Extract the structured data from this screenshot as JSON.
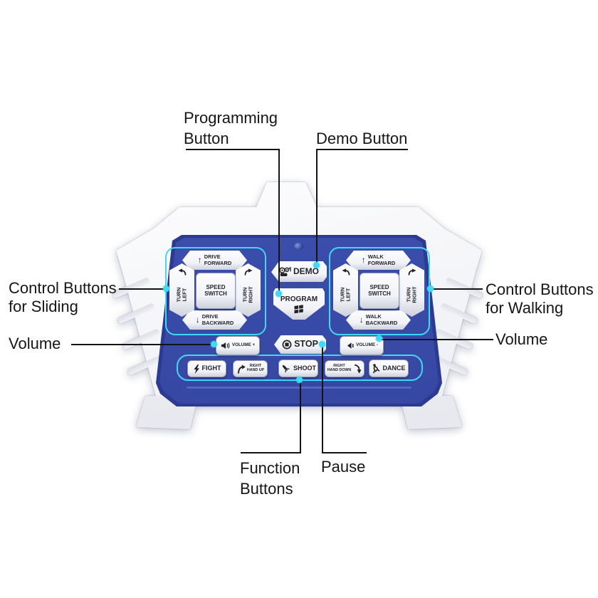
{
  "colors": {
    "plate_blue": "#3a4ca9",
    "plate_edge": "#2c3a92",
    "accent_cyan": "#3fd9f4",
    "annotation_ink": "#161616",
    "button_face": "#f2f4f8"
  },
  "callouts": {
    "programming": "Programming\nButton",
    "demo": "Demo Button",
    "sliding": "Control Buttons\nfor Sliding",
    "volume_left": "Volume",
    "walking": "Control Buttons\nfor Walking",
    "volume_right": "Volume",
    "function": "Function\nButtons",
    "pause": "Pause"
  },
  "pads": {
    "left": {
      "forward": {
        "arrow": "↑",
        "label": "DRIVE\nFORWARD"
      },
      "backward": {
        "arrow": "↓",
        "label": "DRIVE\nBACKWARD"
      },
      "turn_left": {
        "label": "TURN\nLEFT"
      },
      "turn_right": {
        "label": "TURN\nRIGHT"
      },
      "center": {
        "label": "SPEED\nSWITCH"
      }
    },
    "right": {
      "forward": {
        "arrow": "↑",
        "label": "WALK\nFORWARD"
      },
      "backward": {
        "arrow": "↓",
        "label": "WALK\nBACKWARD"
      },
      "turn_left": {
        "label": "TURN\nLEFT"
      },
      "turn_right": {
        "label": "TURN\nRIGHT"
      },
      "center": {
        "label": "SPEED\nSWITCH"
      }
    }
  },
  "middle": {
    "demo": "DEMO",
    "program": "PROGRAM",
    "stop": "STOP"
  },
  "volume": {
    "plus": "VOLUME +",
    "minus": "VOLUME -"
  },
  "function_row": [
    {
      "label": "FIGHT"
    },
    {
      "label": "RIGHT\nHAND UP"
    },
    {
      "label": "SHOOT"
    },
    {
      "label": "RIGHT\nHAND DOWN"
    },
    {
      "label": "DANCE"
    }
  ]
}
